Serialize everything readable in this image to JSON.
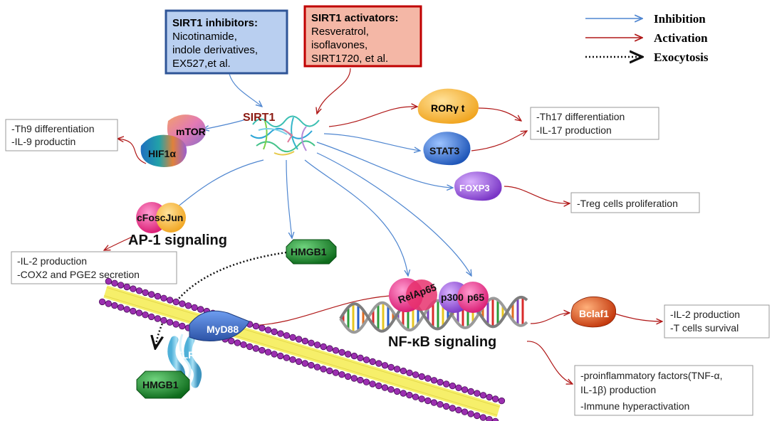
{
  "legend": {
    "inhibition": "Inhibition",
    "activation": "Activation",
    "exocytosis": "Exocytosis"
  },
  "inhibitors_box": {
    "title": "SIRT1 inhibitors:",
    "lines": [
      "Nicotinamide,",
      "indole derivatives,",
      "EX527,et al."
    ]
  },
  "activators_box": {
    "title": "SIRT1 activators:",
    "lines": [
      "Resveratrol,",
      "isoflavones,",
      "SIRT1720, et al."
    ]
  },
  "molecules": {
    "sirt1": "SIRT1",
    "mtor": "mTOR",
    "hif1a": "HIF1α",
    "rorgt": "RORγ t",
    "stat3": "STAT3",
    "foxp3": "FOXP3",
    "cfos_cjun": "cFoscJun",
    "hmgb1_top": "HMGB1",
    "hmgb1_bottom": "HMGB1",
    "myd88": "MyD88",
    "tlr4": "TLR4",
    "relap65": "RelAp65",
    "p300": "p300",
    "p65": "p65",
    "bclaf1": "Bclaf1"
  },
  "signaling": {
    "ap1": "AP-1 signaling",
    "nfkb": "NF-κB signaling"
  },
  "outcomes": {
    "th9": [
      "-Th9 differentiation",
      "-IL-9 productin"
    ],
    "th17": [
      "-Th17 differentiation",
      "-IL-17 production"
    ],
    "treg": [
      "-Treg cells proliferation"
    ],
    "il2_cox2": [
      "-IL-2 production",
      "-COX2 and PGE2 secretion"
    ],
    "bclaf1_out": [
      "-IL-2 production",
      "-T cells survival"
    ],
    "proinflammatory": [
      "-proinflammatory factors(TNF-α,",
      "IL-1β) production",
      "-Immune hyperactivation"
    ]
  },
  "colors": {
    "inhibition": "#4f86d0",
    "activation": "#b01818",
    "inhibitor_box_fill": "#b9cff0",
    "inhibitor_box_border": "#2f5597",
    "activator_box_fill": "#f4b7a6",
    "activator_box_border": "#c00000",
    "hmgb1": "#1f8a2e"
  }
}
